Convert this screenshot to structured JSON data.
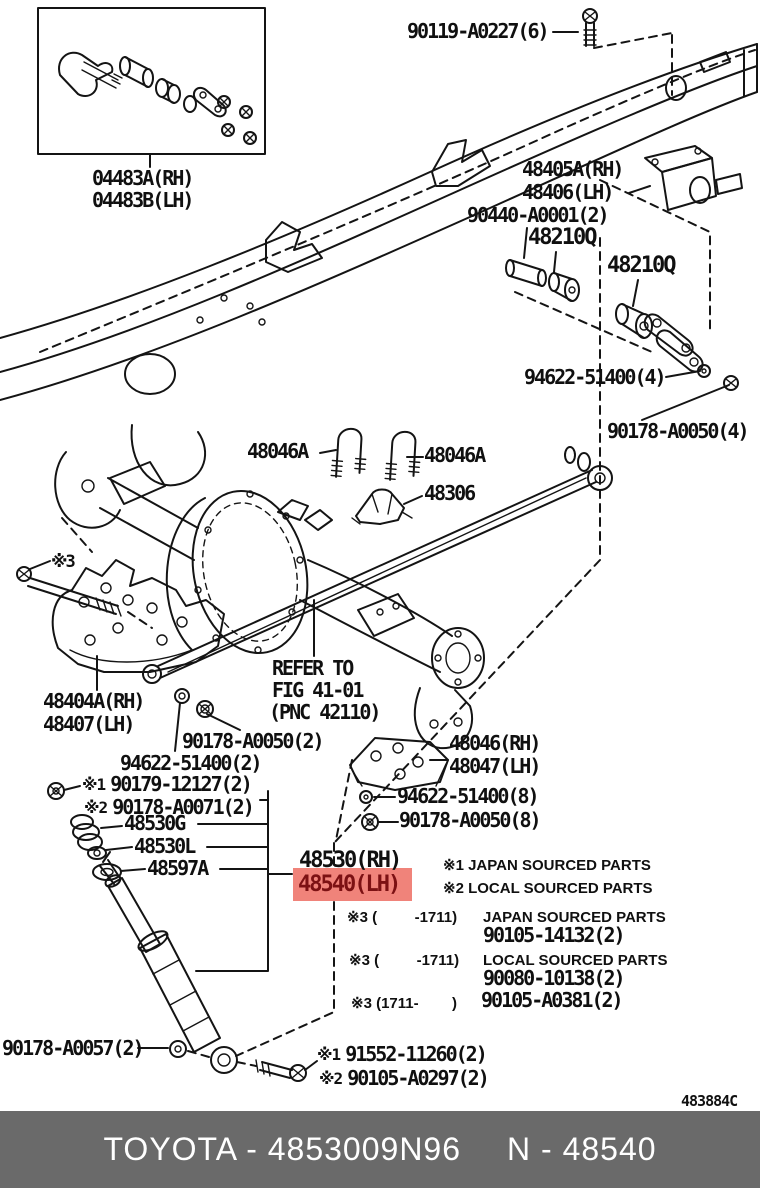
{
  "colors": {
    "line": "#141414",
    "highlight_bg": "#f0837a",
    "highlight_text": "#7c1113",
    "footer_bg": "#6a6a6a",
    "footer_text": "#ffffff"
  },
  "callouts": {
    "bolt_90119": "90119-A0227(6)",
    "kit_rh": "04483A(RH)",
    "kit_lh": "04483B(LH)",
    "bracket_rh": "48405A(RH)",
    "bracket_lh": "48406(LH)",
    "pin_90440": "90440-A0001(2)",
    "bushing_48210q_a": "48210Q",
    "bushing_48210q_b": "48210Q",
    "washer_94622_4": "94622-51400(4)",
    "washer_90178_4": "90178-A0050(4)",
    "ubolt_left": "48046A",
    "ubolt_right": "48046A",
    "bumper_48306": "48306",
    "note_star3": "※3",
    "support_rh": "48404A(RH)",
    "support_lh": "48407(LH)",
    "refer_line1": "REFER TO",
    "refer_line2": "FIG 41-01",
    "refer_line3": "(PNC 42110)",
    "nut_90178_2": "90178-A0050(2)",
    "washer_94622_2": "94622-51400(2)",
    "bolt_90179": {
      "sym": "※1",
      "num": "90179-12127(2)"
    },
    "bolt_90178_a0071": {
      "sym": "※2",
      "num": "90178-A0071(2)"
    },
    "cushion_48530g": "48530G",
    "cushion_48530l": "48530L",
    "washer_48597a": "48597A",
    "seat_rh": "48046(RH)",
    "seat_lh": "48047(LH)",
    "washer_94622_8": "94622-51400(8)",
    "nut_90178_8": "90178-A0050(8)",
    "shock_rh": "48530(RH)",
    "shock_lh": "48540(LH)",
    "washer_90178_a0057": "90178-A0057(2)",
    "bolt_91552": {
      "sym": "※1",
      "num": "91552-11260(2)"
    },
    "bolt_90105_a0297": {
      "sym": "※2",
      "num": "90105-A0297(2)"
    }
  },
  "legend": {
    "row1": {
      "sym": "※1",
      "text": "JAPAN SOURCED PARTS"
    },
    "row2": {
      "sym": "※2",
      "text": "LOCAL SOURCED PARTS"
    },
    "row3": {
      "cond": "※3 (         -1711)",
      "desc": "JAPAN SOURCED PARTS",
      "part": "90105-14132(2)"
    },
    "row4": {
      "cond": "※3 (         -1711)",
      "desc": "LOCAL SOURCED PARTS",
      "part": "90080-10138(2)"
    },
    "row5": {
      "cond": "※3 (1711-        )",
      "part": "90105-A0381(2)"
    }
  },
  "footer": {
    "left": "TOYOTA - 4853009N96",
    "right": "N - 48540",
    "doc_code": "483884C"
  }
}
